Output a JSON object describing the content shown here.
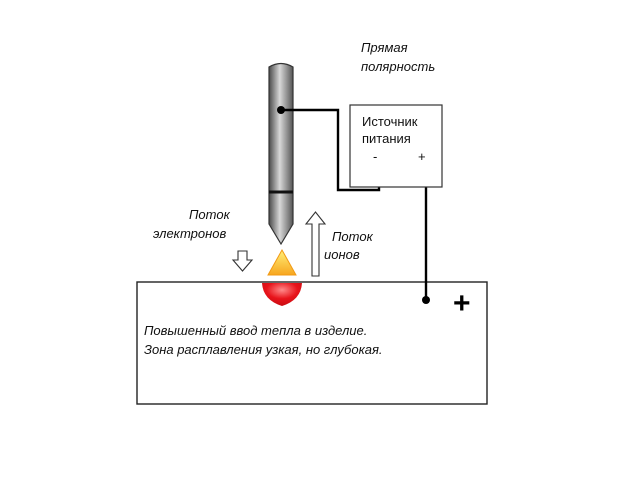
{
  "polarity_title": [
    "Прямая",
    "полярность"
  ],
  "power_source": {
    "label": [
      "Источник",
      "питания"
    ],
    "minus": "-",
    "plus": "+"
  },
  "electron_flow": [
    "Поток",
    "электронов"
  ],
  "ion_flow": [
    "Поток",
    "ионов"
  ],
  "workpiece": {
    "polarity_sign": "+",
    "description": [
      "Повышенный ввод тепла в изделие.",
      "Зона расплавления  узкая, но глубокая."
    ]
  },
  "colors": {
    "electrode_dark": "#4a4a4a",
    "electrode_light": "#d8d8d8",
    "arc_outer": "#f7a51e",
    "arc_inner": "#fff07a",
    "weld_pool": "#e8141b",
    "weld_pool_highlight": "#ff8a8a"
  }
}
